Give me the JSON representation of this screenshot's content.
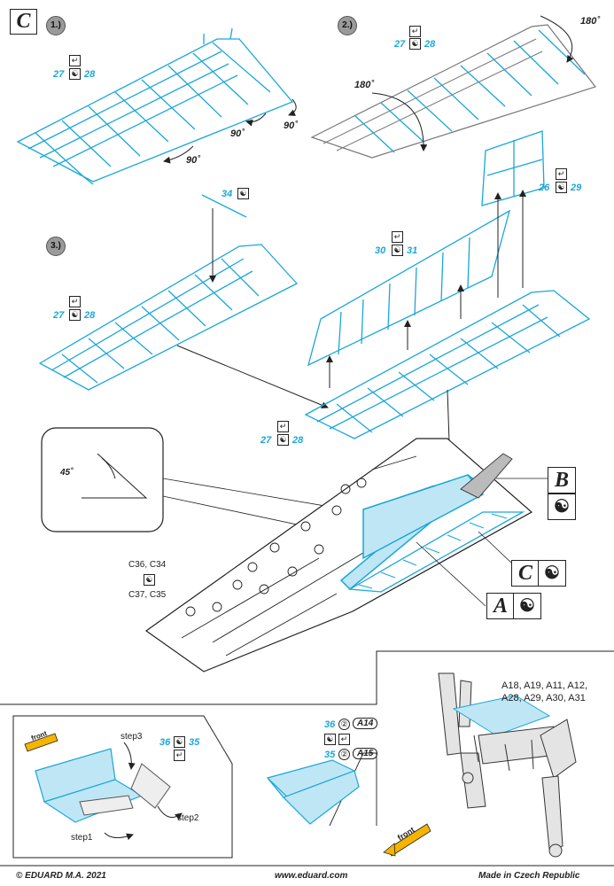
{
  "section_letter": "C",
  "steps": [
    "1.)",
    "2.)",
    "3.)"
  ],
  "angles": {
    "a1": "90˚",
    "a2": "90˚",
    "a3": "90˚",
    "a4": "180˚",
    "a5": "180˚",
    "detail": "45˚"
  },
  "part_labels": {
    "s1_left": "27",
    "s1_right": "28",
    "s2_left": "27",
    "s2_right": "28",
    "s3_part": "34",
    "s3_left": "27",
    "s3_right": "28",
    "flap_left": "30",
    "flap_right": "31",
    "tab_left": "26",
    "tab_right": "29",
    "mid_left": "27",
    "mid_right": "28"
  },
  "wing_parts": {
    "line1": "C36, C34",
    "line2": "C37, C35"
  },
  "options": {
    "b": "B",
    "c": "C",
    "a": "A"
  },
  "lower_left": {
    "step1": "step1",
    "step2": "step2",
    "step3": "step3",
    "p_left": "36",
    "p_right": "35",
    "front": "front"
  },
  "lower_mid": {
    "p36": "36",
    "p35": "35",
    "a14": "A14",
    "a15": "A15"
  },
  "lower_right": {
    "line1": "A18, A19, A11, A12,",
    "line2": "A28, A29, A30, A31",
    "front": "front"
  },
  "footer": {
    "left": "© EDUARD  M.A. 2021",
    "center": "www.eduard.com",
    "right": "Made in Czech Republic"
  },
  "icons": {
    "fold": "fold-icon",
    "yinyang": "yin-yang-icon",
    "duplicate": "duplicate-icon"
  },
  "colors": {
    "accent": "#1aa7d8",
    "part_fill": "#bfe6f5",
    "ink": "#222222"
  }
}
